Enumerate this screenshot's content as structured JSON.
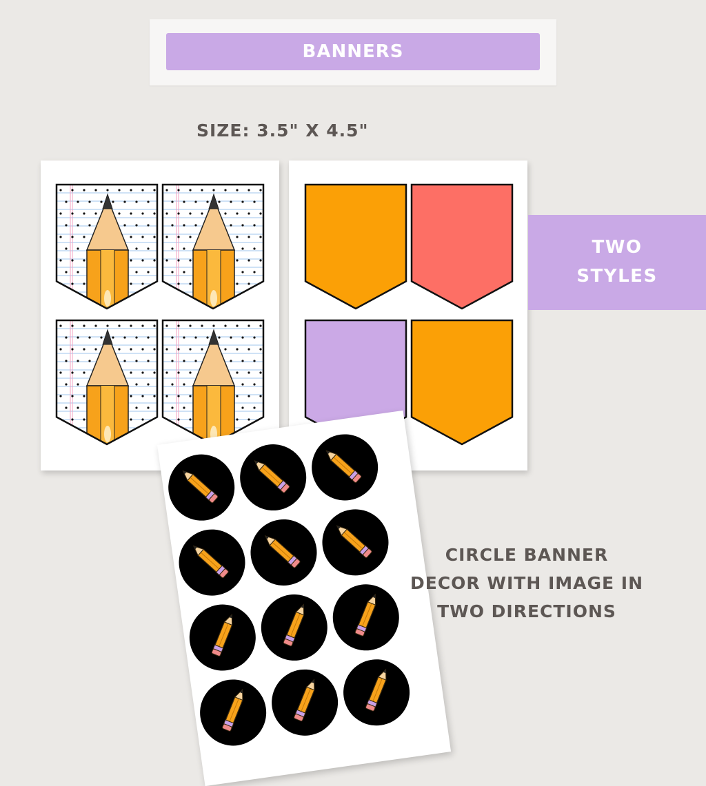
{
  "colors": {
    "accent": "#c9a9e6",
    "orange": "#fba006",
    "coral": "#fd6f65",
    "lavender": "#cba9e6",
    "text_gray": "#5d5754"
  },
  "header": {
    "title": "BANNERS"
  },
  "size_label": "SIZE: 3.5\" X 4.5\"",
  "styles_badge": {
    "line1": "TWO",
    "line2": "STYLES"
  },
  "circle_caption": {
    "line1": "CIRCLE BANNER",
    "line2": "DECOR WITH IMAGE IN",
    "line3": "TWO DIRECTIONS"
  },
  "left_sheet": {
    "banner_icon": "pencil-icon",
    "banner_pattern": "lined-dotted-paper",
    "banner_count": 4
  },
  "right_sheet": {
    "banner_colors": [
      "#fba006",
      "#fd6f65",
      "#cba9e6",
      "#fba006"
    ]
  },
  "circle_sheet": {
    "circle_color": "#000000",
    "circle_icon": "pencil-icon",
    "rows_visible": 4
  }
}
